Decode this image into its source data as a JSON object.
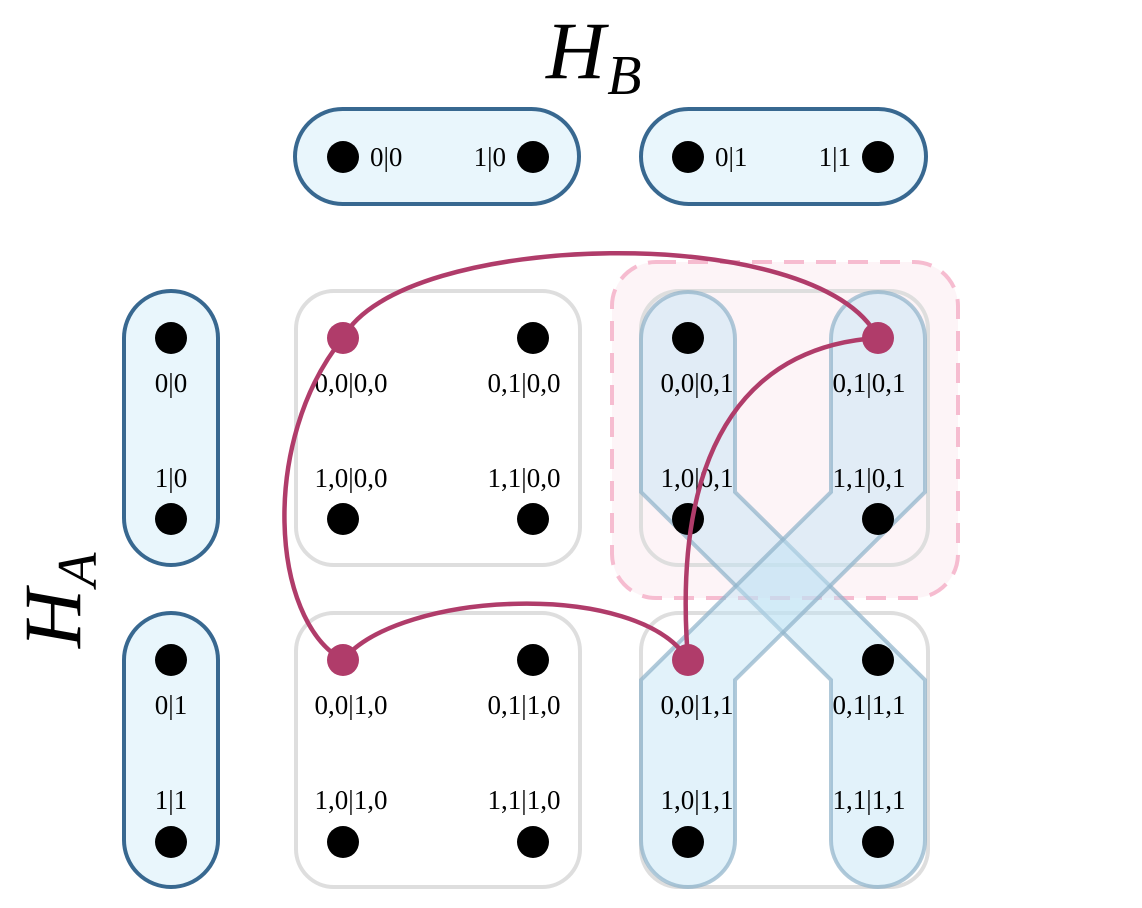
{
  "axes": {
    "top": {
      "symbol": "H",
      "subscript": "B"
    },
    "left": {
      "symbol": "H",
      "subscript": "A"
    }
  },
  "colors": {
    "pill_fill": "#e9f6fc",
    "pill_stroke": "#386890",
    "block_stroke": "#dedede",
    "curve": "#b03c6a",
    "highlight_fill": "#fdf4f7",
    "highlight_stroke": "#f6bcd0",
    "band_fill": "#bfe3f5",
    "band_stroke": "#8fb2c9"
  },
  "hb_groups": [
    {
      "labels": [
        "0|0",
        "1|0"
      ]
    },
    {
      "labels": [
        "0|1",
        "1|1"
      ]
    }
  ],
  "ha_groups": [
    {
      "labels": [
        "0|0",
        "1|0"
      ]
    },
    {
      "labels": [
        "0|1",
        "1|1"
      ]
    }
  ],
  "grid_labels": {
    "block_00": [
      "0,0|0,0",
      "0,1|0,0",
      "1,0|0,0",
      "1,1|0,0"
    ],
    "block_01": [
      "0,0|0,1",
      "0,1|0,1",
      "1,0|0,1",
      "1,1|0,1"
    ],
    "block_10": [
      "0,0|1,0",
      "0,1|1,0",
      "1,0|1,0",
      "1,1|1,0"
    ],
    "block_11": [
      "0,0|1,1",
      "0,1|1,1",
      "1,0|1,1",
      "1,1|1,1"
    ]
  },
  "highlighted_nodes": [
    "0,0|0,0",
    "0,1|0,1",
    "0,0|1,0",
    "0,0|1,1"
  ]
}
